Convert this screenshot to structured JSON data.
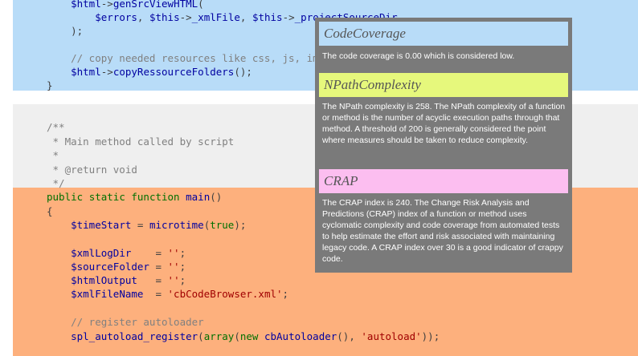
{
  "code": {
    "lines": [
      "    $html->genSrcViewHTML(",
      "        $errors, $this->_xmlFile, $this->_projectSourceDir",
      "    );",
      "",
      "    // copy needed resources like css, js, images",
      "    $html->copyRessourceFolders();",
      "}",
      "",
      "",
      "/**",
      " * Main method called by script",
      " *",
      " * @return void",
      " */",
      "public static function main()",
      "{",
      "    $timeStart = microtime(true);",
      "",
      "    $xmlLogDir    = '';",
      "    $sourceFolder = '';",
      "    $htmlOutput   = '';",
      "    $xmlFileName  = 'cbCodeBrowser.xml';",
      "",
      "    // register autoloader",
      "    spl_autoload_register(array(new cbAutoloader(), 'autoload'));"
    ]
  },
  "tooltip": {
    "sections": [
      {
        "title": "CodeCoverage",
        "color": "#b8dcf8",
        "text": "The code coverage is 0.00 which is considered low."
      },
      {
        "title": "NPathComplexity",
        "color": "#e6f87c",
        "text": "The NPath complexity is 258. The NPath complexity of a function or method is the number of acyclic execution paths through that method. A threshold of 200 is generally considered the point where measures should be taken to reduce complexity."
      },
      {
        "title": "CRAP",
        "color": "#fcbef0",
        "text": "The CRAP index is 240. The Change Risk Analysis and Predictions (CRAP) index of a function or method uses cyclomatic complexity and code coverage from automated tests to help estimate the effort and risk associated with maintaining legacy code. A CRAP index over 30 is a good indicator of crappy code."
      }
    ]
  }
}
